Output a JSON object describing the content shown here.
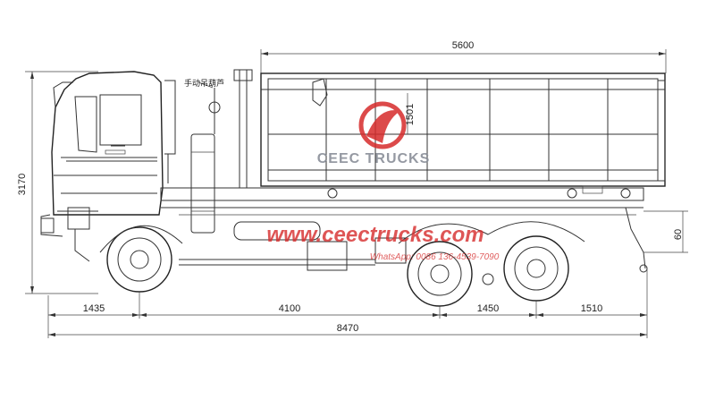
{
  "dimensions": {
    "top_length": "5600",
    "total_height": "3170",
    "box_height": "1501",
    "rear_overhang_height": "60",
    "front_overhang": "1435",
    "wheelbase": "4100",
    "axle_spacing": "1450",
    "rear_overhang": "1510",
    "overall_length": "8470"
  },
  "annotation": {
    "hand_pump": "手动吊葫芦"
  },
  "watermark": {
    "brand": "CEEC TRUCKS",
    "website": "www.ceectrucks.com",
    "whatsapp": "WhatsApp: 0086 136-4539-7090"
  },
  "colors": {
    "line": "#333333",
    "watermark_red": "#d62b2b",
    "watermark_grey": "#8a8f99"
  }
}
